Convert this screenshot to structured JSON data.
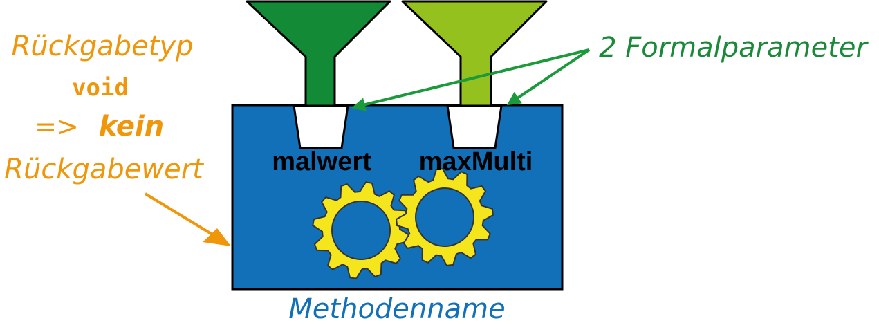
{
  "annotations": {
    "return_type_line1": "Rückgabetyp",
    "return_type_keyword": "void",
    "arrow_prefix": "=>",
    "no_word": "kein",
    "return_value_line": "Rückgabewert",
    "formal_params": "2 Formalparameter",
    "method_name": "Methodenname"
  },
  "params": {
    "first": "malwert",
    "second": "maxMulti"
  },
  "colors": {
    "orange": "#f0960a",
    "dark_green": "#138a35",
    "light_green": "#95c11f",
    "method_box": "#1270b8",
    "gear": "#f5e51c",
    "label_blue": "#1270b8"
  },
  "icons": {
    "funnel_left": "funnel-icon",
    "funnel_right": "funnel-icon",
    "gears": "gear-icon"
  }
}
